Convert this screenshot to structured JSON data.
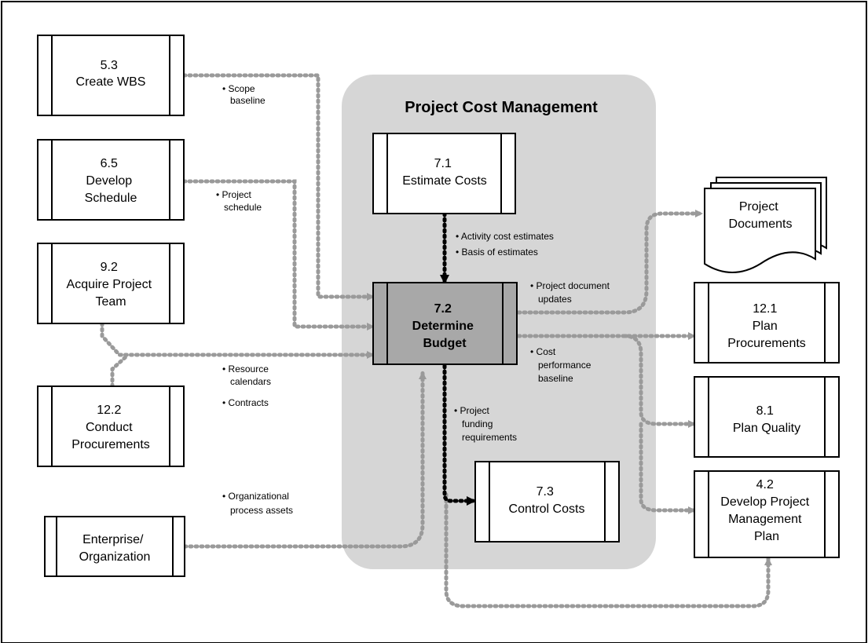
{
  "title": "Project Cost Management",
  "processes": {
    "create_wbs": {
      "number": "5.3",
      "name": [
        "Create WBS"
      ]
    },
    "develop_schedule": {
      "number": "6.5",
      "name": [
        "Develop",
        "Schedule"
      ]
    },
    "acquire_team": {
      "number": "9.2",
      "name": [
        "Acquire Project",
        "Team"
      ]
    },
    "conduct_procurements": {
      "number": "12.2",
      "name": [
        "Conduct",
        "Procurements"
      ]
    },
    "enterprise": {
      "number": "",
      "name": [
        "Enterprise/",
        "Organization"
      ]
    },
    "estimate_costs": {
      "number": "7.1",
      "name": [
        "Estimate Costs"
      ]
    },
    "determine_budget": {
      "number": "7.2",
      "name": [
        "Determine",
        "Budget"
      ]
    },
    "control_costs": {
      "number": "7.3",
      "name": [
        "Control Costs"
      ]
    },
    "project_documents": {
      "number": "",
      "name": [
        "Project",
        "Documents"
      ]
    },
    "plan_procurements": {
      "number": "12.1",
      "name": [
        "Plan",
        "Procurements"
      ]
    },
    "plan_quality": {
      "number": "8.1",
      "name": [
        "Plan Quality"
      ]
    },
    "develop_pm_plan": {
      "number": "4.2",
      "name": [
        "Develop Project",
        "Management",
        "Plan"
      ]
    }
  },
  "notes": {
    "scope": [
      "• Scope",
      "baseline"
    ],
    "schedule": [
      "• Project",
      "schedule"
    ],
    "estimates": [
      "• Activity cost estimates",
      "• Basis of estimates"
    ],
    "resources": [
      "• Resource",
      "calendars"
    ],
    "contracts": [
      "• Contracts"
    ],
    "opa": [
      "• Organizational",
      "process assets"
    ],
    "doc_updates": [
      "• Project document",
      "updates"
    ],
    "cost_baseline": [
      "• Cost",
      "performance",
      "baseline"
    ],
    "funding": [
      "• Project",
      "funding",
      "requirements"
    ]
  },
  "colors": {
    "frame": "#000000",
    "region_fill": "#d6d6d6",
    "highlight_fill": "#a8a8a8",
    "flow_gray": "#9a9a9a",
    "flow_black": "#000000"
  }
}
